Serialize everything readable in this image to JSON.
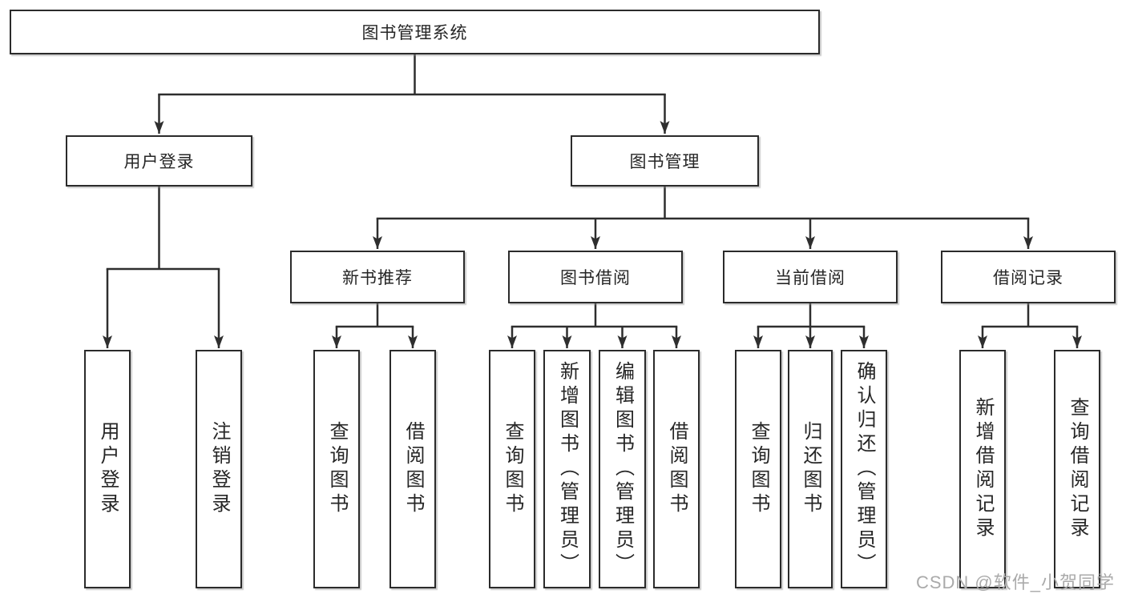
{
  "diagram": {
    "root": {
      "label": "图书管理系统"
    },
    "branches": [
      {
        "label": "用户登录",
        "children": [
          {
            "label": "用户登录"
          },
          {
            "label": "注销登录"
          }
        ]
      },
      {
        "label": "图书管理",
        "children": [
          {
            "label": "新书推荐",
            "children": [
              {
                "label": "查询图书"
              },
              {
                "label": "借阅图书"
              }
            ]
          },
          {
            "label": "图书借阅",
            "children": [
              {
                "label": "查询图书"
              },
              {
                "label": "新增图书（管理员）"
              },
              {
                "label": "编辑图书（管理员）"
              },
              {
                "label": "借阅图书"
              }
            ]
          },
          {
            "label": "当前借阅",
            "children": [
              {
                "label": "查询图书"
              },
              {
                "label": "归还图书"
              },
              {
                "label": "确认归还（管理员）"
              }
            ]
          },
          {
            "label": "借阅记录",
            "children": [
              {
                "label": "新增借阅记录"
              },
              {
                "label": "查询借阅记录"
              }
            ]
          }
        ]
      }
    ]
  },
  "watermark": {
    "text": "CSDN @软件_小贺同学"
  },
  "colors": {
    "line": "#2e2e2e",
    "box_border": "#2b2b2b",
    "text": "#262626",
    "background": "#ffffff",
    "watermark": "#aaaaaa"
  }
}
